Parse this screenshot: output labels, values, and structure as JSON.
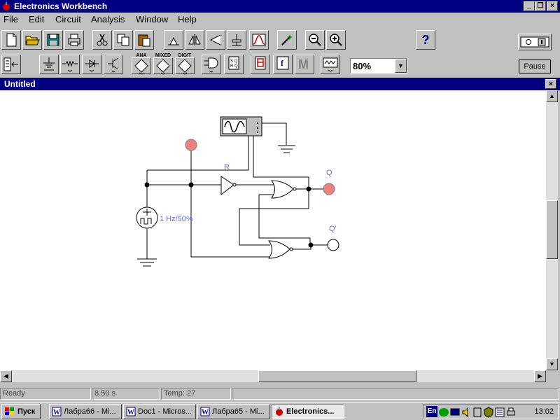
{
  "window": {
    "title": "Electronics Workbench"
  },
  "menu": [
    "File",
    "Edit",
    "Circuit",
    "Analysis",
    "Window",
    "Help"
  ],
  "toolbar": {
    "zoom_value": "80%",
    "help_label": "?"
  },
  "parts_bin": {
    "ana": "ANA",
    "mixed": "MIXED",
    "digit": "DIGIT"
  },
  "controls": {
    "pause_label": "Pause"
  },
  "document": {
    "title": "Untitled"
  },
  "circuit": {
    "source_label": "1 Hz/50%",
    "r_label": "R",
    "q_label": "Q",
    "qbar_label": "Q'",
    "colors": {
      "wire": "#000000",
      "probe_lit": "#f08080",
      "probe_off": "#ffffff",
      "label": "#6d6dd9"
    }
  },
  "status": {
    "state": "Ready",
    "time": "8.50 s",
    "temp": "Temp:  27"
  },
  "taskbar": {
    "start_label": "Пуск",
    "tasks": [
      {
        "label": "Лабра66 - Mi...",
        "icon": "word-icon",
        "active": false
      },
      {
        "label": "Doc1 - Micros...",
        "icon": "word-icon",
        "active": false
      },
      {
        "label": "Лабра65 - Mi...",
        "icon": "word-icon",
        "active": false
      },
      {
        "label": "Electronics...",
        "icon": "workbench-icon",
        "active": true
      }
    ],
    "lang": "En",
    "clock": "13:02"
  }
}
